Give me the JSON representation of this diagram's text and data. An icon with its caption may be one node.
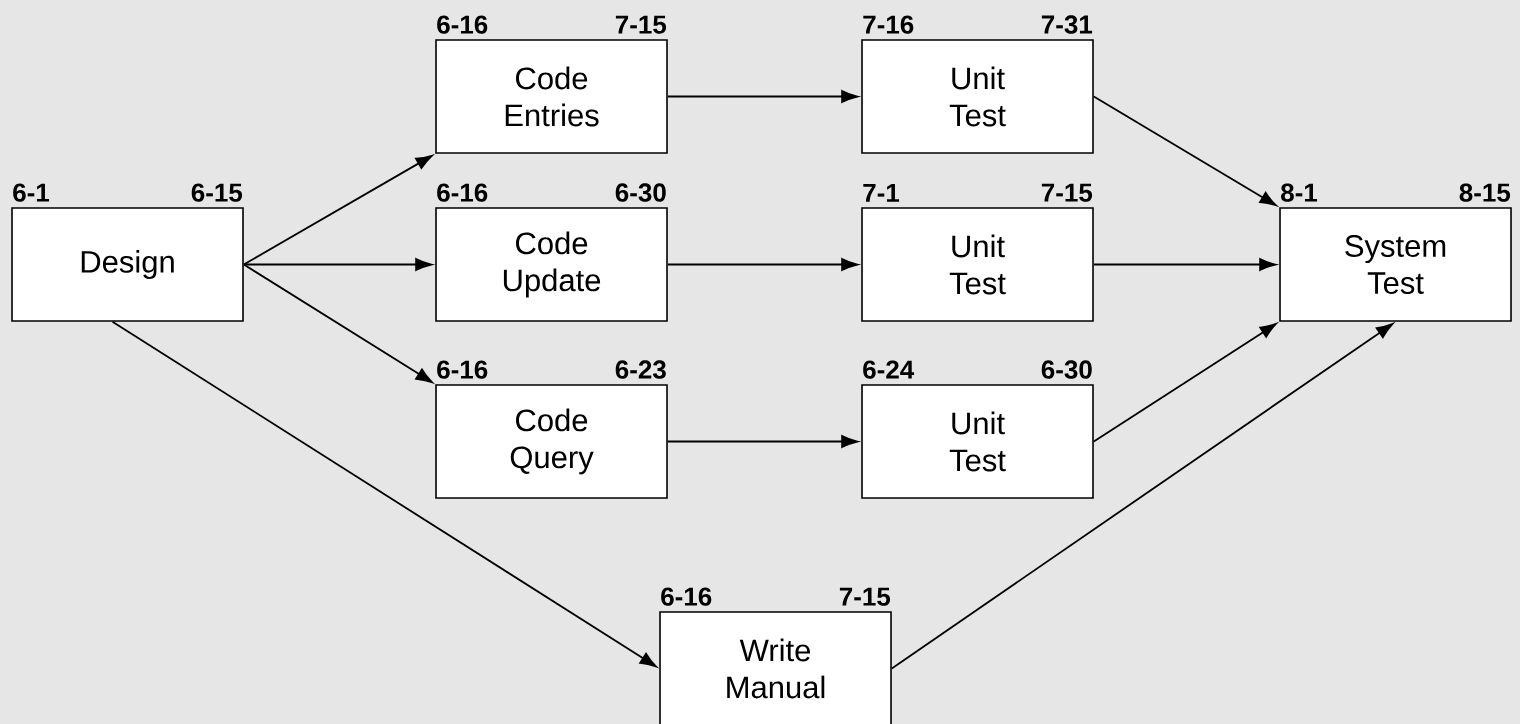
{
  "diagram": {
    "nodes": [
      {
        "text": [
          "Design"
        ],
        "beside": [
          "6-1",
          "6-15"
        ]
      },
      {
        "text": [
          "Code Entries"
        ],
        "beside": [
          "6-16",
          "7-15"
        ]
      },
      {
        "text": [
          "Code Update"
        ],
        "beside": [
          "6-16",
          "6-30"
        ]
      },
      {
        "text": [
          "Code Query"
        ],
        "beside": [
          "6-16",
          "6-23"
        ]
      },
      {
        "text": [
          "Unit Test"
        ],
        "beside": [
          "7-16",
          "7-31"
        ]
      },
      {
        "text": [
          "Unit Test"
        ],
        "beside": [
          "7-1",
          "7-15"
        ]
      },
      {
        "text": [
          "Unit Test"
        ],
        "beside": [
          "6-24",
          "6-30"
        ]
      },
      {
        "text": [
          "System Test"
        ],
        "beside": [
          "8-1",
          "8-15"
        ]
      },
      {
        "text": [
          "Write Manual"
        ],
        "beside": [
          "6-16",
          "7-15"
        ]
      }
    ],
    "edges": [
      {
        "from": 0,
        "to": 1,
        "arrow": "to"
      },
      {
        "from": 0,
        "to": 2,
        "arrow": "to"
      },
      {
        "from": 0,
        "to": 3,
        "arrow": "to"
      },
      {
        "from": 0,
        "to": 8,
        "arrow": "to"
      },
      {
        "from": 1,
        "to": 4,
        "arrow": "to"
      },
      {
        "from": 2,
        "to": 5,
        "arrow": "to"
      },
      {
        "from": 3,
        "to": 6,
        "arrow": "to"
      },
      {
        "from": 4,
        "to": 7,
        "arrow": "to"
      },
      {
        "from": 5,
        "to": 7,
        "arrow": "to"
      },
      {
        "from": 6,
        "to": 7,
        "arrow": "to"
      },
      {
        "from": 8,
        "to": 7,
        "arrow": "to"
      }
    ]
  }
}
